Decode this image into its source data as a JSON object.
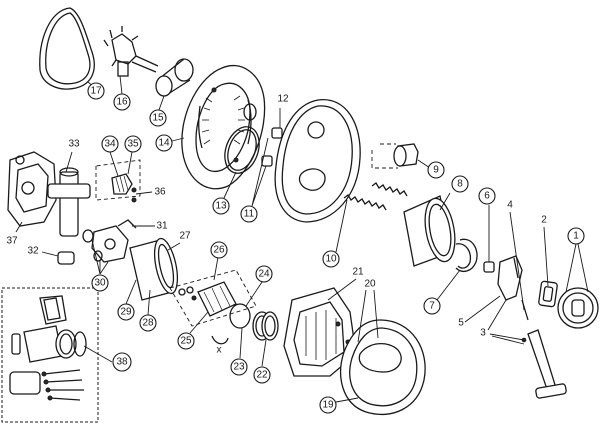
{
  "diagram": {
    "callouts": [
      {
        "id": "c1",
        "label": "1"
      },
      {
        "id": "c2",
        "label": "2"
      },
      {
        "id": "c3",
        "label": "3"
      },
      {
        "id": "c4",
        "label": "4"
      },
      {
        "id": "c5",
        "label": "5"
      },
      {
        "id": "c6",
        "label": "6"
      },
      {
        "id": "c7",
        "label": "7"
      },
      {
        "id": "c8",
        "label": "8"
      },
      {
        "id": "c9",
        "label": "9"
      },
      {
        "id": "c10",
        "label": "10"
      },
      {
        "id": "c11",
        "label": "11"
      },
      {
        "id": "c12",
        "label": "12"
      },
      {
        "id": "c13",
        "label": "13"
      },
      {
        "id": "c14",
        "label": "14"
      },
      {
        "id": "c15",
        "label": "15"
      },
      {
        "id": "c16",
        "label": "16"
      },
      {
        "id": "c17",
        "label": "17"
      },
      {
        "id": "c19",
        "label": "19"
      },
      {
        "id": "c20",
        "label": "20"
      },
      {
        "id": "c21",
        "label": "21"
      },
      {
        "id": "c22",
        "label": "22"
      },
      {
        "id": "c23",
        "label": "23"
      },
      {
        "id": "c24",
        "label": "24"
      },
      {
        "id": "c25",
        "label": "25"
      },
      {
        "id": "c26",
        "label": "26"
      },
      {
        "id": "c27",
        "label": "27"
      },
      {
        "id": "c28",
        "label": "28"
      },
      {
        "id": "c29",
        "label": "29"
      },
      {
        "id": "c30",
        "label": "30"
      },
      {
        "id": "c31",
        "label": "31"
      },
      {
        "id": "c32",
        "label": "32"
      },
      {
        "id": "c33",
        "label": "33"
      },
      {
        "id": "c34",
        "label": "34"
      },
      {
        "id": "c35",
        "label": "35"
      },
      {
        "id": "c36",
        "label": "36"
      },
      {
        "id": "c37",
        "label": "37"
      },
      {
        "id": "c38",
        "label": "38"
      }
    ],
    "x_marker": "x"
  }
}
